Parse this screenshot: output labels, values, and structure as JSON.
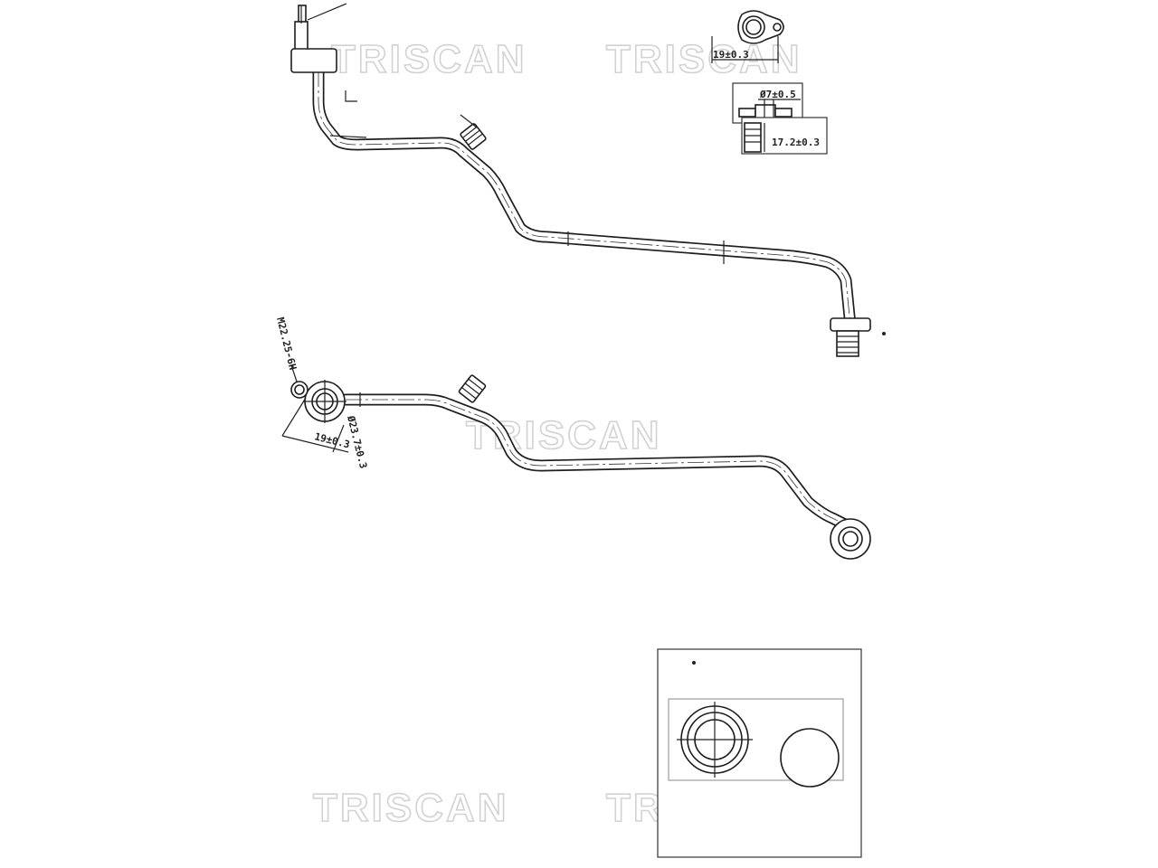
{
  "watermark": {
    "brand": "TRISCAN"
  },
  "dimensions": {
    "top_flange_width": "19±0.3",
    "top_bore_dia": "Ø7±0.5",
    "top_fitting_length": "17.2±0.3",
    "lower_thread": "M22.25-6H",
    "lower_bore_dia": "Ø23.7±0.3",
    "lower_flange_width": "19±0.3"
  },
  "colors": {
    "line": "#1e1e1e",
    "watermark": "#d2d2d2",
    "background": "#ffffff"
  }
}
